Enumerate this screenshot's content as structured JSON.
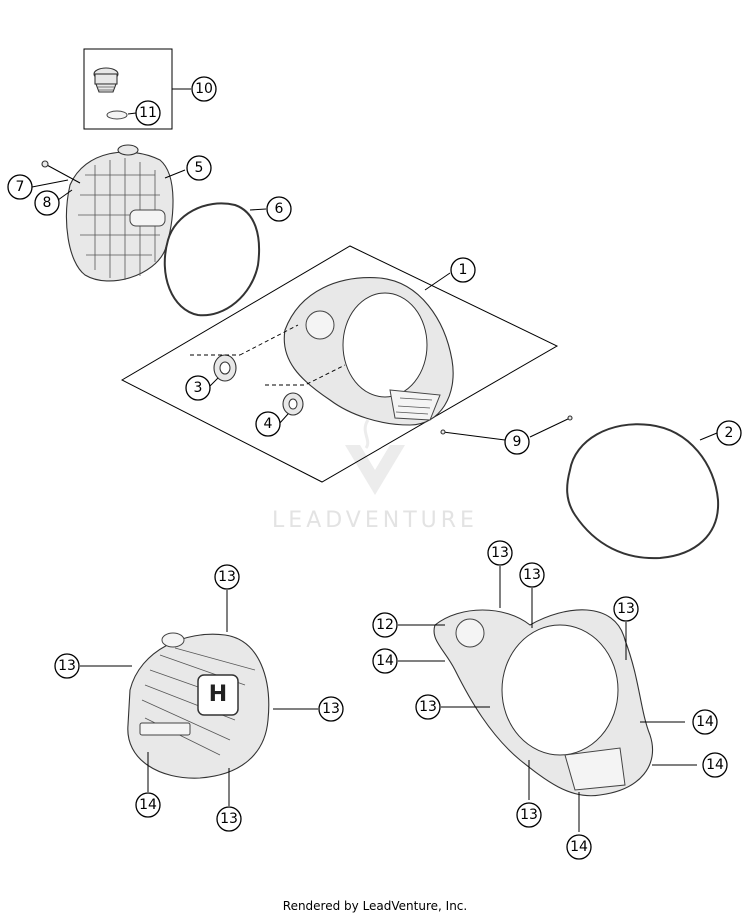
{
  "callouts": [
    "1",
    "2",
    "3",
    "4",
    "5",
    "6",
    "7",
    "8",
    "9",
    "10",
    "11",
    "12",
    "13",
    "14"
  ],
  "watermark": "LEADVENTURE",
  "footer": "Rendered by LeadVenture, Inc.",
  "brand_mark": "H"
}
